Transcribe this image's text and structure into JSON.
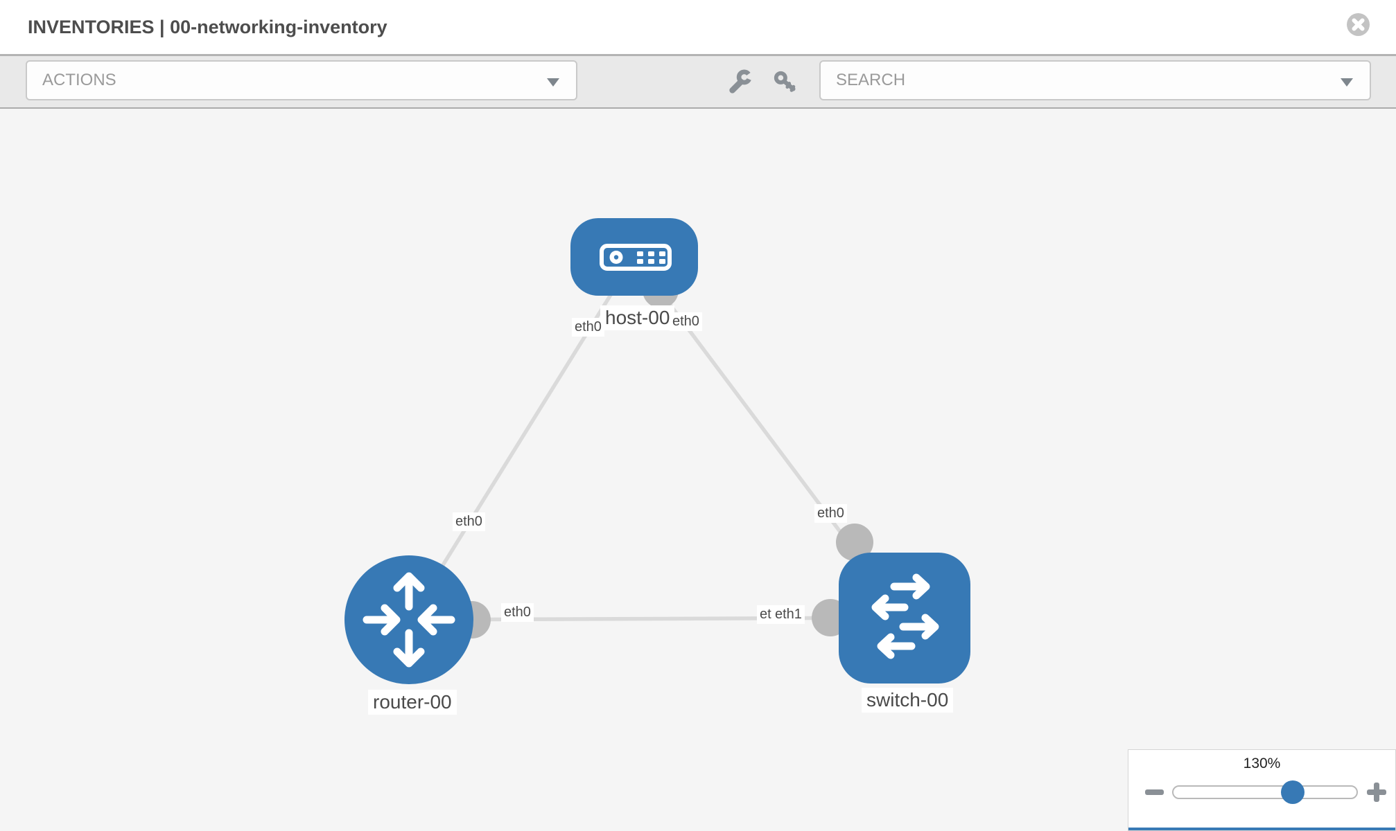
{
  "header": {
    "title": "INVENTORIES | 00-networking-inventory"
  },
  "toolbar": {
    "actions_label": "ACTIONS",
    "search_placeholder": "SEARCH",
    "icons": [
      "wrench-icon",
      "key-icon"
    ]
  },
  "topology": {
    "nodes": [
      {
        "id": "host-00",
        "type": "host",
        "label": "host-00"
      },
      {
        "id": "router-00",
        "type": "router",
        "label": "router-00"
      },
      {
        "id": "switch-00",
        "type": "switch",
        "label": "switch-00"
      }
    ],
    "links": [
      {
        "from": "host-00",
        "to": "router-00",
        "from_interface": "eth0",
        "to_interface": "eth0"
      },
      {
        "from": "host-00",
        "to": "switch-00",
        "from_interface": "eth0",
        "to_interface": "eth0"
      },
      {
        "from": "router-00",
        "to": "switch-00",
        "from_interface": "eth0",
        "to_interface": "eth1"
      }
    ]
  },
  "zoom_control": {
    "level": "130%"
  },
  "colors": {
    "node_blue": "#3779b5",
    "link_gray": "#dadada",
    "interface_gray": "#b9b9b9",
    "canvas_bg": "#f5f5f5",
    "toolbar_bg": "#e9e9e9",
    "label_text": "#4a4a4a"
  }
}
